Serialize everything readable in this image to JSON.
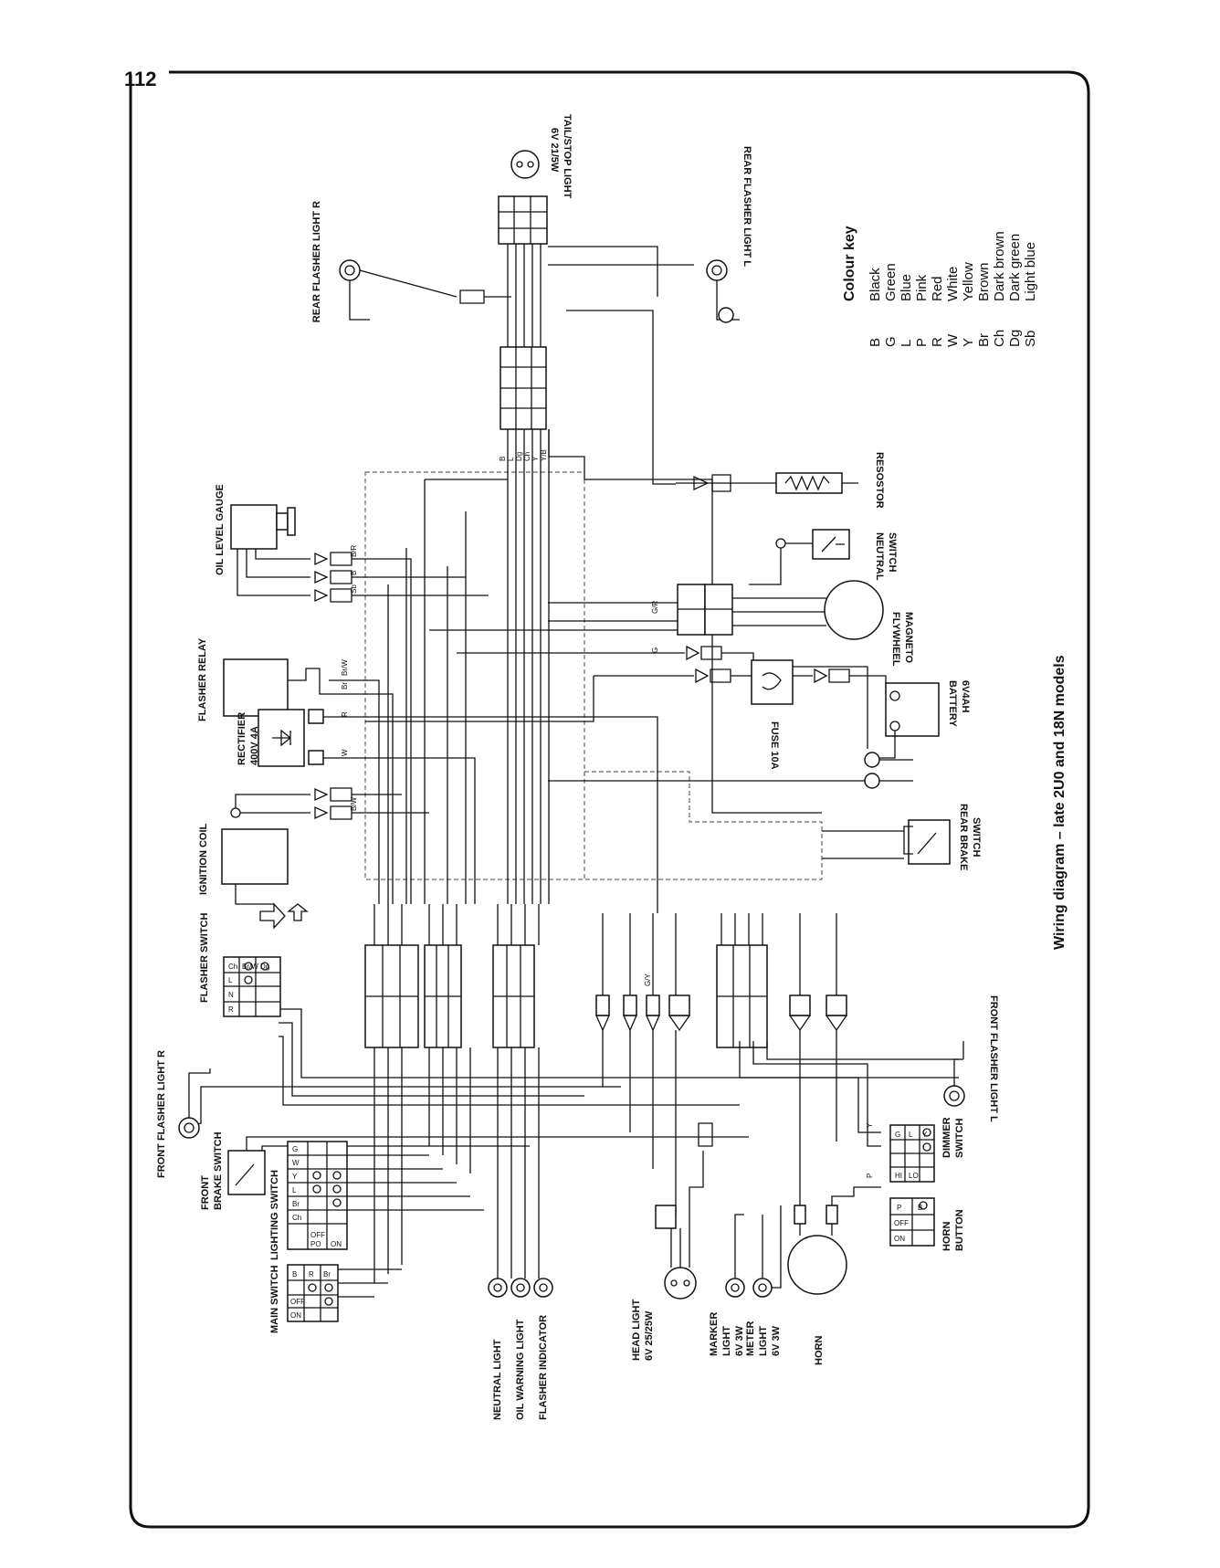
{
  "page_number": "112",
  "caption": "Wiring diagram – late 2U0 and 18N models",
  "colour_key": {
    "title": "Colour key",
    "entries": [
      {
        "code": "B",
        "name": "Black"
      },
      {
        "code": "G",
        "name": "Green"
      },
      {
        "code": "L",
        "name": "Blue"
      },
      {
        "code": "P",
        "name": "Pink"
      },
      {
        "code": "R",
        "name": "Red"
      },
      {
        "code": "W",
        "name": "White"
      },
      {
        "code": "Y",
        "name": "Yellow"
      },
      {
        "code": "Br",
        "name": "Brown"
      },
      {
        "code": "Ch",
        "name": "Dark brown"
      },
      {
        "code": "Dg",
        "name": "Dark green"
      },
      {
        "code": "Sb",
        "name": "Light blue"
      }
    ]
  },
  "components": {
    "tail_stop_light": "TAIL/STOP LIGHT",
    "tail_stop_light_spec": "6V 21/5W",
    "rear_flasher_r": "REAR FLASHER LIGHT R",
    "rear_flasher_l": "REAR FLASHER LIGHT L",
    "oil_level_gauge": "OIL LEVEL GAUGE",
    "flasher_relay": "FLASHER RELAY",
    "rectifier": "RECTIFIER",
    "rectifier_spec": "400V 4A",
    "ignition_coil": "IGNITION COIL",
    "flasher_switch": "FLASHER SWITCH",
    "front_flasher_r": "FRONT FLASHER LIGHT R",
    "front_brake_switch_1": "FRONT",
    "front_brake_switch_2": "BRAKE SWITCH",
    "lighting_switch": "LIGHTING SWITCH",
    "main_switch": "MAIN SWITCH",
    "neutral_light": "NEUTRAL LIGHT",
    "oil_warning_light": "OIL WARNING LIGHT",
    "flasher_indicator": "FLASHER INDICATOR",
    "head_light": "HEAD LIGHT",
    "head_light_spec": "6V 25/25W",
    "marker_light_1": "MARKER",
    "marker_light_2": "LIGHT",
    "marker_light_spec": "6V 3W",
    "meter_light_1": "METER",
    "meter_light_2": "LIGHT",
    "meter_light_spec": "6V 3W",
    "horn": "HORN",
    "horn_button_1": "HORN",
    "horn_button_2": "BUTTON",
    "dimmer_switch_1": "DIMMER",
    "dimmer_switch_2": "SWITCH",
    "front_flasher_l": "FRONT FLASHER LIGHT L",
    "rear_brake_switch_1": "REAR BRAKE",
    "rear_brake_switch_2": "SWITCH",
    "battery": "BATTERY",
    "battery_spec": "6V4AH",
    "fuse": "FUSE 10A",
    "flywheel_magneto_1": "FLYWHEEL",
    "flywheel_magneto_2": "MAGNETO",
    "neutral_switch_1": "NEUTRAL",
    "neutral_switch_2": "SWITCH",
    "resistor": "RESOSTOR"
  },
  "switch_tables": {
    "flasher": [
      "Ch",
      "Br/W",
      "Dg",
      "L",
      "N",
      "R"
    ],
    "lighting": [
      "G",
      "W",
      "Y",
      "L",
      "Br",
      "Ch",
      "OFF",
      "PO",
      "ON"
    ],
    "main": [
      "B",
      "R",
      "Br",
      "OFF",
      "ON"
    ],
    "dimmer": [
      "G",
      "L",
      "Y",
      "HI",
      "LO"
    ],
    "horn": [
      "P",
      "B",
      "OFF",
      "ON"
    ]
  },
  "wire_labels": {
    "w1": "B",
    "w2": "L",
    "w3": "Dg",
    "w4": "Ch",
    "w5": "Y",
    "w6": "Y/B",
    "w7": "B/R",
    "w8": "Sb",
    "w9": "Br/W",
    "w10": "Br",
    "w11": "R",
    "w12": "W",
    "w13": "B/W",
    "w14": "G/R",
    "w15": "G",
    "w16": "G/Y",
    "w17": "P",
    "w18": "Y"
  }
}
